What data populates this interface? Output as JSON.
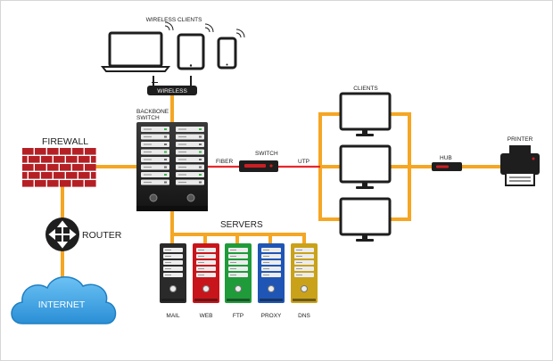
{
  "colors": {
    "cable": "#f5a623",
    "fiber": "#e8262b",
    "device": "#1e1e1e",
    "firewall_brick": "#b52025",
    "cloud": "#3b9fe0",
    "server_mail": "#2a2a2a",
    "server_web": "#c8151b",
    "server_ftp": "#1f9b3a",
    "server_proxy": "#1f56b5",
    "server_dns": "#c9a21a"
  },
  "labels": {
    "wireless_clients": "WIRELESS CLIENTS",
    "wireless": "WIRELESS",
    "backbone_switch": [
      "BACKBONE",
      "SWITCH"
    ],
    "firewall": "FIREWALL",
    "fiber": "FIBER",
    "switch": "SWITCH",
    "utp": "UTP",
    "clients": "CLIENTS",
    "hub": "HUB",
    "printer": "PRINTER",
    "router": "ROUTER",
    "internet": "INTERNET",
    "servers": "SERVERS"
  },
  "servers": [
    {
      "label": "MAIL",
      "color_key": "server_mail"
    },
    {
      "label": "WEB",
      "color_key": "server_web"
    },
    {
      "label": "FTP",
      "color_key": "server_ftp"
    },
    {
      "label": "PROXY",
      "color_key": "server_proxy"
    },
    {
      "label": "DNS",
      "color_key": "server_dns"
    }
  ],
  "icons": {
    "laptop": "laptop-icon",
    "tablet": "tablet-icon",
    "phone": "phone-icon",
    "wireless_router": "wireless-router-icon",
    "backbone_switch": "server-rack-icon",
    "firewall": "brick-wall-icon",
    "router": "router-icon",
    "internet": "cloud-icon",
    "switch": "switch-icon",
    "monitor": "monitor-icon",
    "hub": "hub-icon",
    "printer": "printer-icon",
    "server": "server-tower-icon"
  }
}
